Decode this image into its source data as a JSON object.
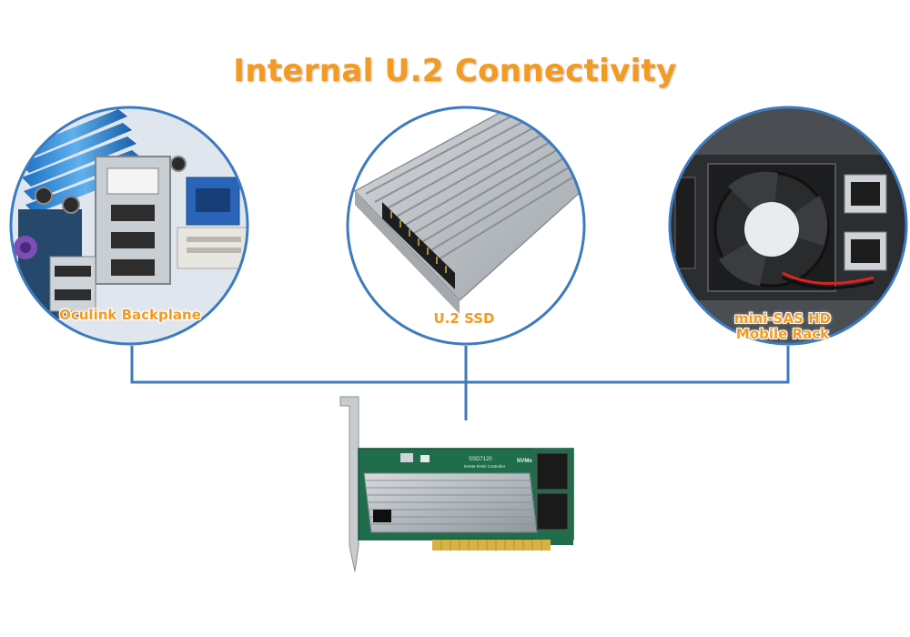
{
  "title": "Internal U.2 Connectivity",
  "connections": [
    {
      "label_lines": [
        "Oculink Backplane"
      ]
    },
    {
      "label_lines": [
        "U.2 SSD"
      ]
    },
    {
      "label_lines": [
        "mini-SAS HD",
        "Mobile Rack"
      ]
    }
  ],
  "card": {
    "chip_text": "SSD7120",
    "chip_subtext": "NVMe RAID Controller",
    "brand_text": "NVMe"
  },
  "colors": {
    "title": "#f39a1f",
    "label": "#f39a1f",
    "circle_border": "#3c7bbf",
    "connector_line": "#3c7bbf",
    "pcb": "#1f6d4a",
    "heatsink": "#aeb4ba"
  }
}
